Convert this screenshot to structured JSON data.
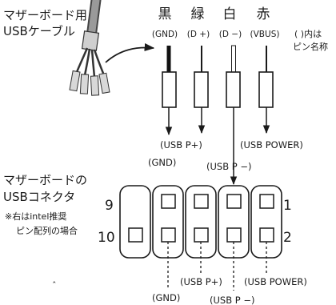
{
  "cable_label": {
    "line1": "マザーボード用",
    "line2": "USBケーブル"
  },
  "wire_colors": [
    "黒",
    "緑",
    "白",
    "赤"
  ],
  "wire_signals": [
    "(GND)",
    "(D +)",
    "(D −)",
    "(VBUS)"
  ],
  "note_label": {
    "line1": "( )内は",
    "line2": "ピン名称"
  },
  "connector_label": {
    "line1": "マザーボードの",
    "line2": "USBコネクタ"
  },
  "intel_note": {
    "line1": "※右はintel推奨",
    "line2": "ピン配列の場合"
  },
  "row_numbers": {
    "top_left": "9",
    "bottom_left": "10",
    "top_right": "1",
    "bottom_right": "2"
  },
  "top_labels": {
    "gnd": "(GND)",
    "usb_p_plus": "(USB P+)",
    "usb_p_minus": "(USB P −)",
    "usb_power": "(USB POWER)"
  },
  "bottom_labels": {
    "gnd": "(GND)",
    "usb_p_plus": "(USB P+)",
    "usb_p_minus": "(USB P −)",
    "usb_power": "(USB POWER)"
  },
  "stray_mark": "ˆ",
  "colors": {
    "ink": "#1a1a1a",
    "wire_black": "#111111",
    "wire_white": "#ffffff",
    "cable_gray": "#b8b8b8"
  }
}
